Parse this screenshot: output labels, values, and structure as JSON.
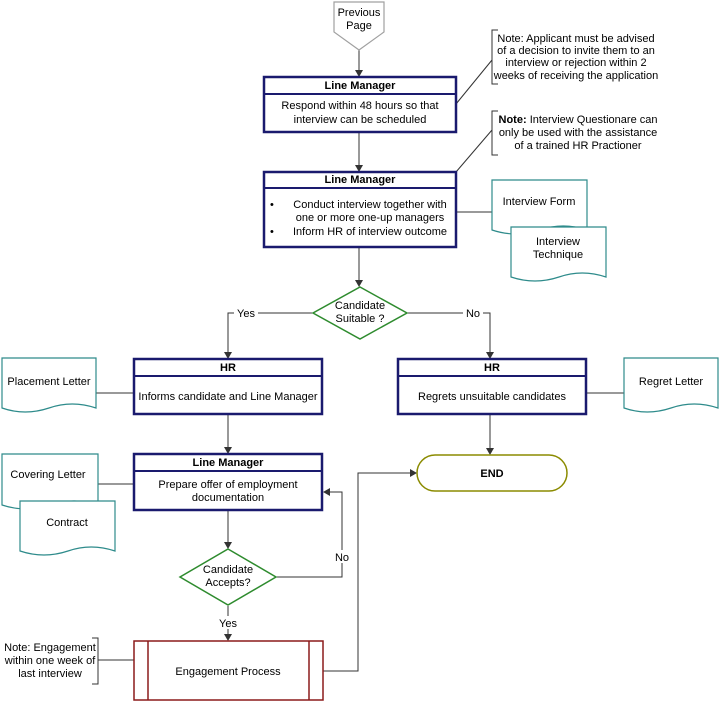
{
  "off_page": {
    "line1": "Previous",
    "line2": "Page"
  },
  "notes": {
    "decision_notice": [
      "Note: Applicant must be advised",
      "of a decision to invite them to an",
      "interview or rejection within 2",
      "weeks of receiving the application"
    ],
    "questionnaire": {
      "bold": "Note:",
      "line1_rest": "Interview Questionare can",
      "line2": "only be used with the assistance",
      "line3": "of a trained HR Practioner"
    },
    "engagement": [
      "Note:  Engagement",
      "within one week of",
      "last interview"
    ]
  },
  "processes": {
    "respond": {
      "header": "Line Manager",
      "line1": "Respond within 48 hours so that",
      "line2": "interview can be scheduled"
    },
    "conduct": {
      "header": "Line Manager",
      "bullet1_line1": "Conduct interview together with",
      "bullet1_line2": "one or more one-up managers",
      "bullet2": "Inform HR of interview outcome",
      "bullet_char": "•"
    },
    "informs": {
      "header": "HR",
      "body": "Informs candidate and Line Manager"
    },
    "regrets": {
      "header": "HR",
      "body": "Regrets unsuitable candidates"
    },
    "prepare": {
      "header": "Line Manager",
      "line1": "Prepare offer of employment",
      "line2": "documentation"
    },
    "engagement": {
      "body": "Engagement Process"
    }
  },
  "documents": {
    "interview_form": "Interview Form",
    "interview_technique": [
      "Interview",
      "Technique"
    ],
    "placement_letter": "Placement Letter",
    "regret_letter": "Regret Letter",
    "covering_letter": "Covering Letter",
    "contract": "Contract"
  },
  "decisions": {
    "suitable": [
      "Candidate",
      "Suitable ?"
    ],
    "accepts": [
      "Candidate",
      "Accepts?"
    ]
  },
  "labels": {
    "yes": "Yes",
    "no": "No"
  },
  "terminal": {
    "end": "END"
  }
}
